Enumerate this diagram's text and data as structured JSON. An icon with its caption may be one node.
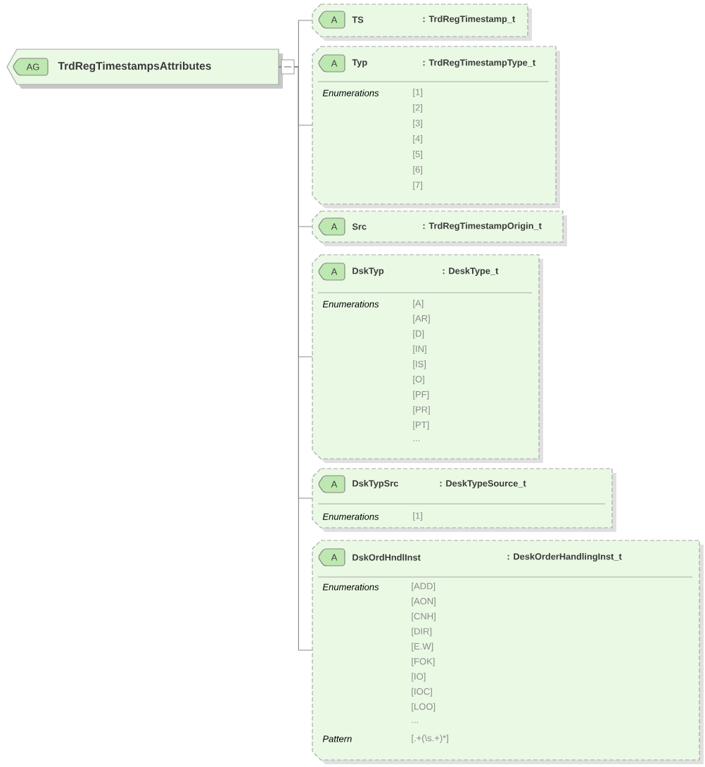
{
  "diagram": {
    "nodes": [
      {
        "text": [
          "AG",
          "TrdRegTimestampsAttributes"
        ]
      },
      {
        "text": [
          "A",
          "TS",
          ": TrdRegTimestamp_t"
        ]
      },
      {
        "text": [
          "A",
          "Typ",
          ": TrdRegTimestampType_t",
          "Enumerations",
          "[1]",
          "[2]",
          "[3]",
          "[4]",
          "[5]",
          "[6]",
          "[7]"
        ]
      },
      {
        "text": [
          "A",
          "Src",
          ": TrdRegTimestampOrigin_t"
        ]
      },
      {
        "text": [
          "A",
          "DskTyp",
          ": DeskType_t",
          "Enumerations",
          "[A]",
          "[AR]",
          "[D]",
          "[IN]",
          "[IS]",
          "[O]",
          "[PF]",
          "[PR]",
          "[PT]",
          "..."
        ]
      },
      {
        "text": [
          "A",
          "DskTypSrc",
          ": DeskTypeSource_t",
          "Enumerations",
          "[1]"
        ]
      },
      {
        "text": [
          "A",
          "DskOrdHndlInst",
          ": DeskOrderHandlingInst_t",
          "Enumerations",
          "[ADD]",
          "[AON]",
          "[CNH]",
          "[DIR]",
          "[E.W]",
          "[FOK]",
          "[IO]",
          "[IOC]",
          "[LOO]",
          "...",
          "Pattern",
          "[.+(\\s.+)*]"
        ]
      }
    ],
    "edges": [
      {
        "from": 0,
        "to": 1,
        "arrow": "none"
      },
      {
        "from": 0,
        "to": 2,
        "arrow": "none"
      },
      {
        "from": 0,
        "to": 3,
        "arrow": "none"
      },
      {
        "from": 0,
        "to": 4,
        "arrow": "none"
      },
      {
        "from": 0,
        "to": 5,
        "arrow": "none"
      },
      {
        "from": 0,
        "to": 6,
        "arrow": "none"
      }
    ]
  }
}
